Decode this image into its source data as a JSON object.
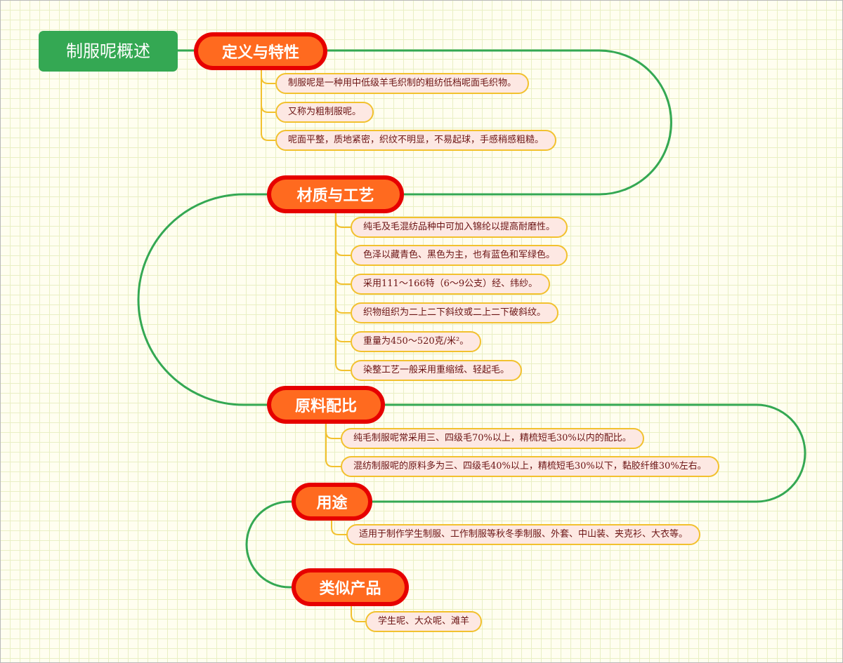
{
  "root": {
    "label": "制服呢概述"
  },
  "branches": [
    {
      "label": "定义与特性",
      "leaves": [
        "制服呢是一种用中低级羊毛织制的粗纺低档呢面毛织物。",
        "又称为粗制服呢。",
        "呢面平整，质地紧密，织纹不明显，不易起球，手感稍感粗糙。"
      ]
    },
    {
      "label": "材质与工艺",
      "leaves": [
        "纯毛及毛混纺品种中可加入锦纶以提高耐磨性。",
        "色泽以藏青色、黑色为主，也有蓝色和军绿色。",
        "采用111～166特（6～9公支）经、纬纱。",
        "织物组织为二上二下斜纹或二上二下破斜纹。",
        "重量为450～520克/米²。",
        "染整工艺一般采用重缩绒、轻起毛。"
      ]
    },
    {
      "label": "原料配比",
      "leaves": [
        "纯毛制服呢常采用三、四级毛70%以上，精梳短毛30%以内的配比。",
        "混纺制服呢的原料多为三、四级毛40%以上，精梳短毛30%以下，黏胶纤维30%左右。"
      ]
    },
    {
      "label": "用途",
      "leaves": [
        "适用于制作学生制服、工作制服等秋冬季制服、外套、中山装、夹克衫、大衣等。"
      ]
    },
    {
      "label": "类似产品",
      "leaves": [
        "学生呢、大众呢、滩羊"
      ]
    }
  ],
  "colors": {
    "connector": "#34a853",
    "leaf_connector": "#f2c12e",
    "branch_outer": "#e60000",
    "branch_inner": "#ff6a1f",
    "leaf_fill": "#fde8e3",
    "root_fill": "#34a853"
  }
}
